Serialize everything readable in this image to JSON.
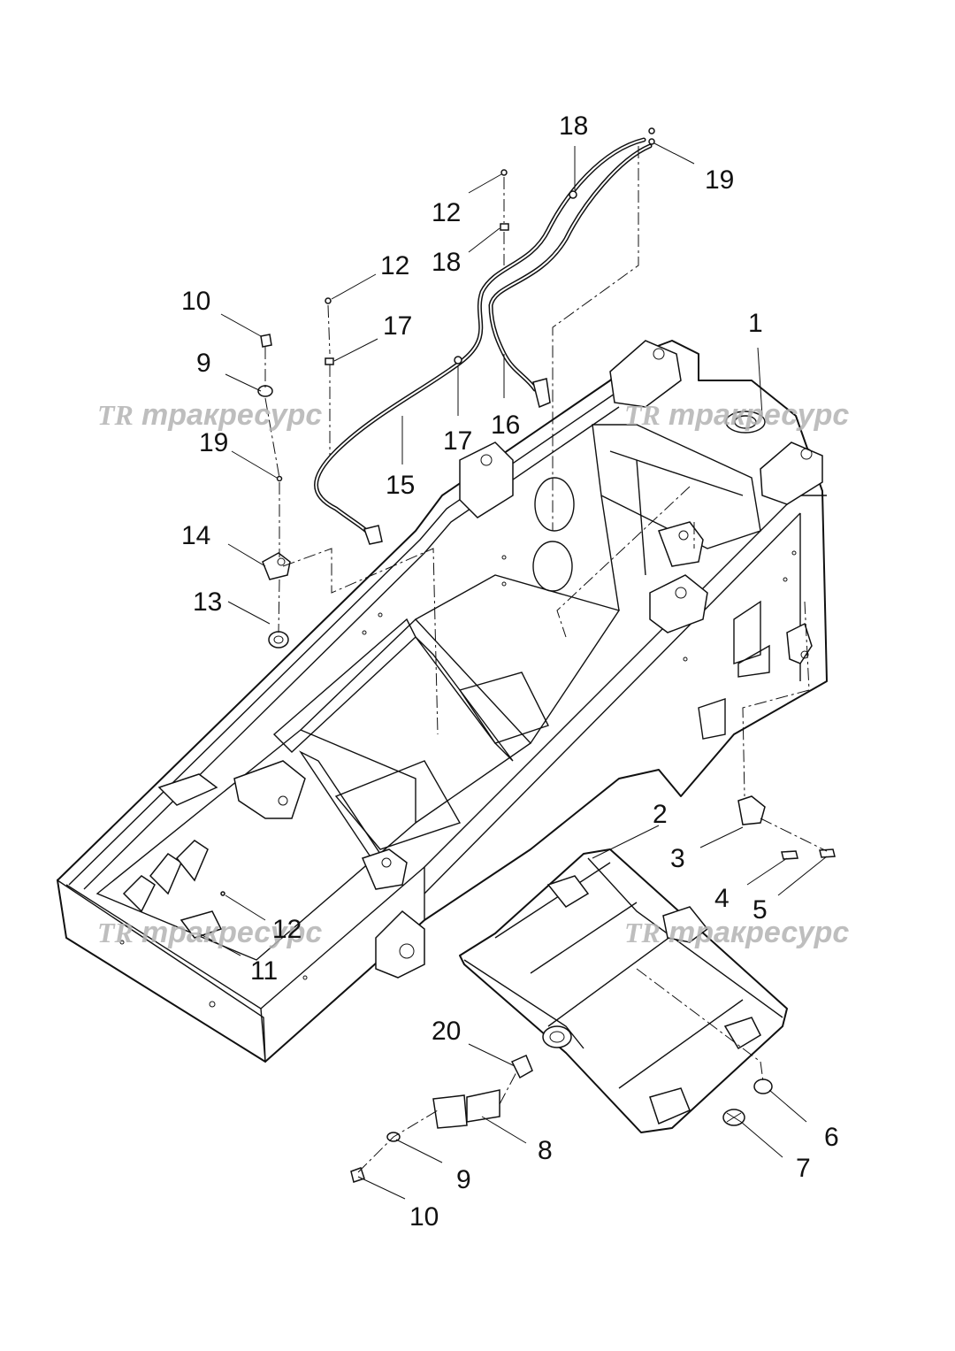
{
  "watermarks": [
    {
      "logo": "TR",
      "text": "тракресурс"
    },
    {
      "logo": "TR",
      "text": "тракресурс"
    },
    {
      "logo": "TR",
      "text": "тракресурс"
    },
    {
      "logo": "TR",
      "text": "тракресурс"
    }
  ],
  "callouts": [
    {
      "id": "c1",
      "label": "1"
    },
    {
      "id": "c2",
      "label": "2"
    },
    {
      "id": "c3",
      "label": "3"
    },
    {
      "id": "c4",
      "label": "4"
    },
    {
      "id": "c5",
      "label": "5"
    },
    {
      "id": "c6",
      "label": "6"
    },
    {
      "id": "c7",
      "label": "7"
    },
    {
      "id": "c8",
      "label": "8"
    },
    {
      "id": "c9a",
      "label": "9"
    },
    {
      "id": "c9b",
      "label": "9"
    },
    {
      "id": "c10a",
      "label": "10"
    },
    {
      "id": "c10b",
      "label": "10"
    },
    {
      "id": "c11",
      "label": "11"
    },
    {
      "id": "c12a",
      "label": "12"
    },
    {
      "id": "c12b",
      "label": "12"
    },
    {
      "id": "c12c",
      "label": "12"
    },
    {
      "id": "c13",
      "label": "13"
    },
    {
      "id": "c14",
      "label": "14"
    },
    {
      "id": "c15",
      "label": "15"
    },
    {
      "id": "c16",
      "label": "16"
    },
    {
      "id": "c17a",
      "label": "17"
    },
    {
      "id": "c17b",
      "label": "17"
    },
    {
      "id": "c18a",
      "label": "18"
    },
    {
      "id": "c18b",
      "label": "18"
    },
    {
      "id": "c19a",
      "label": "19"
    },
    {
      "id": "c19b",
      "label": "19"
    },
    {
      "id": "c20",
      "label": "20"
    }
  ]
}
